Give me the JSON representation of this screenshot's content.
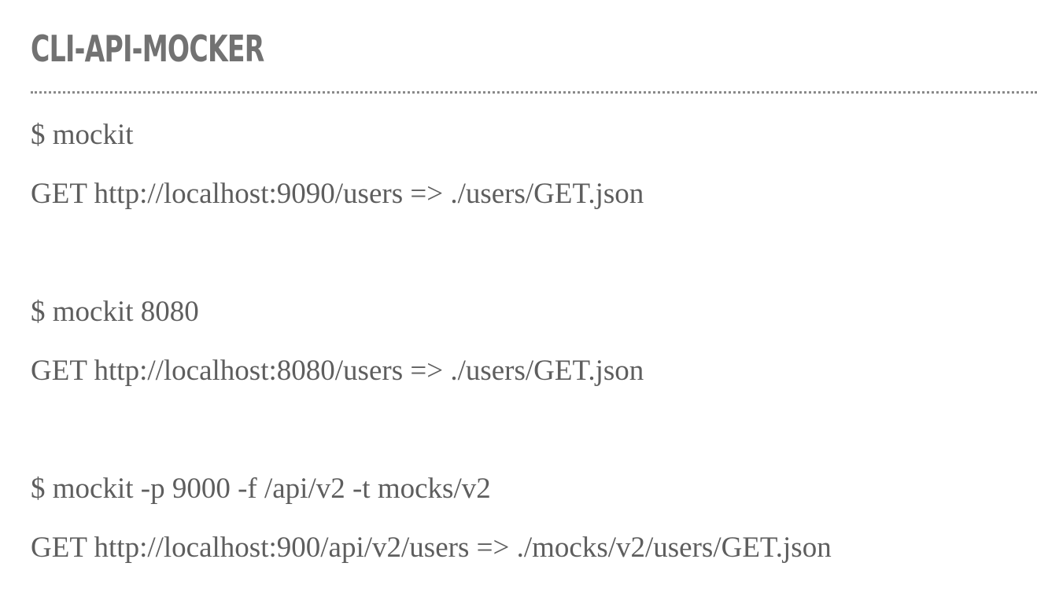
{
  "header": {
    "title": "CLI-API-MOCKER"
  },
  "examples": [
    {
      "command": "$ mockit",
      "output": "GET http://localhost:9090/users => ./users/GET.json"
    },
    {
      "command": "$ mockit 8080",
      "output": "GET http://localhost:8080/users => ./users/GET.json"
    },
    {
      "command": "$ mockit -p 9000 -f /api/v2 -t mocks/v2",
      "output": "GET http://localhost:900/api/v2/users => ./mocks/v2/users/GET.json"
    }
  ],
  "colors": {
    "title": "#727272",
    "text": "#5e5e5e",
    "divider": "#8a8a8a",
    "background": "#ffffff"
  }
}
